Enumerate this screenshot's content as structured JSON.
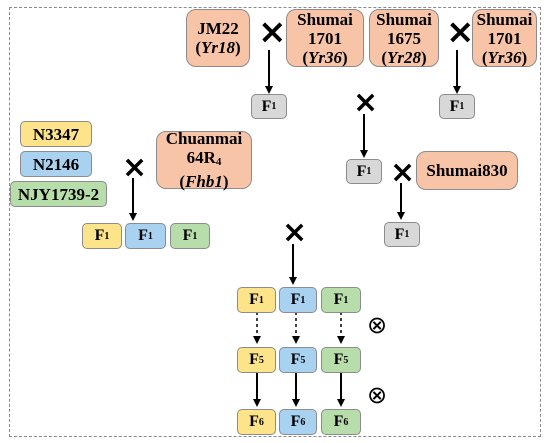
{
  "parents_top": {
    "jm22": {
      "name": "JM22",
      "gene": "Yr18"
    },
    "shumai1701_a": {
      "name_l1": "Shumai",
      "name_l2": "1701",
      "gene": "Yr36"
    },
    "shumai1675": {
      "name_l1": "Shumai",
      "name_l2": "1675",
      "gene": "Yr28"
    },
    "shumai1701_b": {
      "name_l1": "Shumai",
      "name_l2": "1701",
      "gene": "Yr36"
    },
    "shumai830": {
      "name": "Shumai830"
    }
  },
  "parents_left": {
    "n3347": "N3347",
    "n2146": "N2146",
    "njy": "NJY1739-2",
    "chuanmai": {
      "l1": "Chuanmai",
      "l2_main": "64R",
      "l2_sub": "4",
      "gene": "Fhb1"
    }
  },
  "generations": {
    "F": "F",
    "g1": "1",
    "g5": "5",
    "g6": "6"
  },
  "symbols": {
    "cross": "×",
    "self": "⊗"
  },
  "colors": {
    "orange": "#f8c4a8",
    "gray": "#d8d8d8",
    "yellow": "#fde38a",
    "blue": "#a9d1f0",
    "green": "#b7deaa"
  }
}
